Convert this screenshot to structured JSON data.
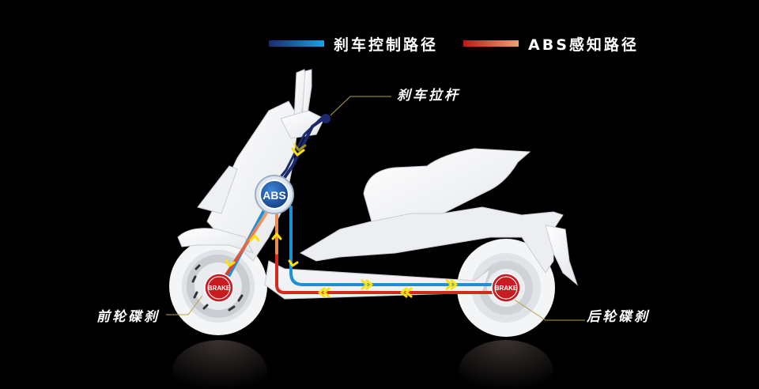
{
  "legend": {
    "items": [
      {
        "label": "刹车控制路径",
        "color_start": "#1b2a6b",
        "color_end": "#16a2e6"
      },
      {
        "label": "ABS感知路径",
        "color_start": "#c4151c",
        "color_end": "#f0a070"
      }
    ]
  },
  "callouts": {
    "brake_lever": "刹车拉杆",
    "front_disc": "前轮碟刹",
    "rear_disc": "后轮碟刹"
  },
  "badges": {
    "abs": "ABS",
    "front_brake": "BRAKE",
    "rear_brake": "BRAKE"
  },
  "colors": {
    "background": "#000000",
    "control_path": "#1e90d8",
    "control_path_dark": "#1b2a6b",
    "sensing_path": "#d42a1e",
    "sensing_path_light": "#ee8a50",
    "arrow": "#ffe000",
    "leader_line": "#b8a24a",
    "brake_badge": "#d01f24",
    "abs_badge": "#1f5fb0"
  }
}
